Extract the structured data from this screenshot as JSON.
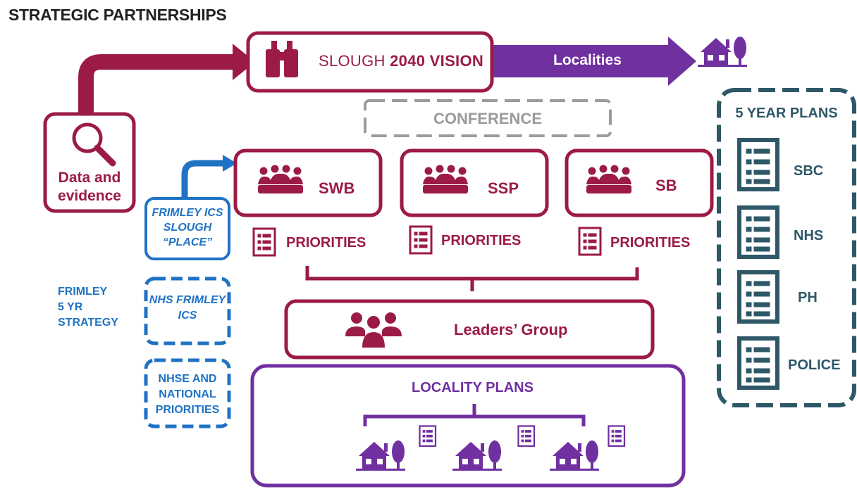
{
  "title": "STRATEGIC PARTNERSHIPS",
  "vision": {
    "prefix": "SLOUGH ",
    "bold": "2040 VISION"
  },
  "localities_arrow": "Localities",
  "conference": "CONFERENCE",
  "data_evidence": {
    "line1": "Data and",
    "line2": "evidence"
  },
  "partnerships": [
    {
      "label": "SWB",
      "priorities": "PRIORITIES"
    },
    {
      "label": "SSP",
      "priorities": "PRIORITIES"
    },
    {
      "label": "SB",
      "priorities": "PRIORITIES"
    }
  ],
  "frimley_place": {
    "line1": "FRIMLEY ICS",
    "line2": "SLOUGH",
    "line3": "“PLACE”"
  },
  "nhs_frimley": {
    "line1": "NHS FRIMLEY",
    "line2": "ICS"
  },
  "nhse": {
    "line1": "NHSE AND",
    "line2": "NATIONAL",
    "line3": "PRIORITIES"
  },
  "frimley_strategy": {
    "line1": "FRIMLEY",
    "line2": "5 YR",
    "line3": "STRATEGY"
  },
  "leaders_group": "Leaders’ Group",
  "locality_plans": "LOCALITY PLANS",
  "five_year_plans": {
    "title": "5 YEAR PLANS",
    "items": [
      "SBC",
      "NHS",
      "PH",
      "POLICE"
    ]
  },
  "colors": {
    "maroon": "#9b1b44",
    "purple": "#7030a0",
    "blue": "#1f72c4",
    "grey": "#9b9b9b",
    "slate": "#2e5767"
  },
  "icons": [
    "magnifier-icon",
    "binoculars-icon",
    "house-tree-icon",
    "meeting-group-icon",
    "document-list-icon",
    "people-group-icon"
  ]
}
